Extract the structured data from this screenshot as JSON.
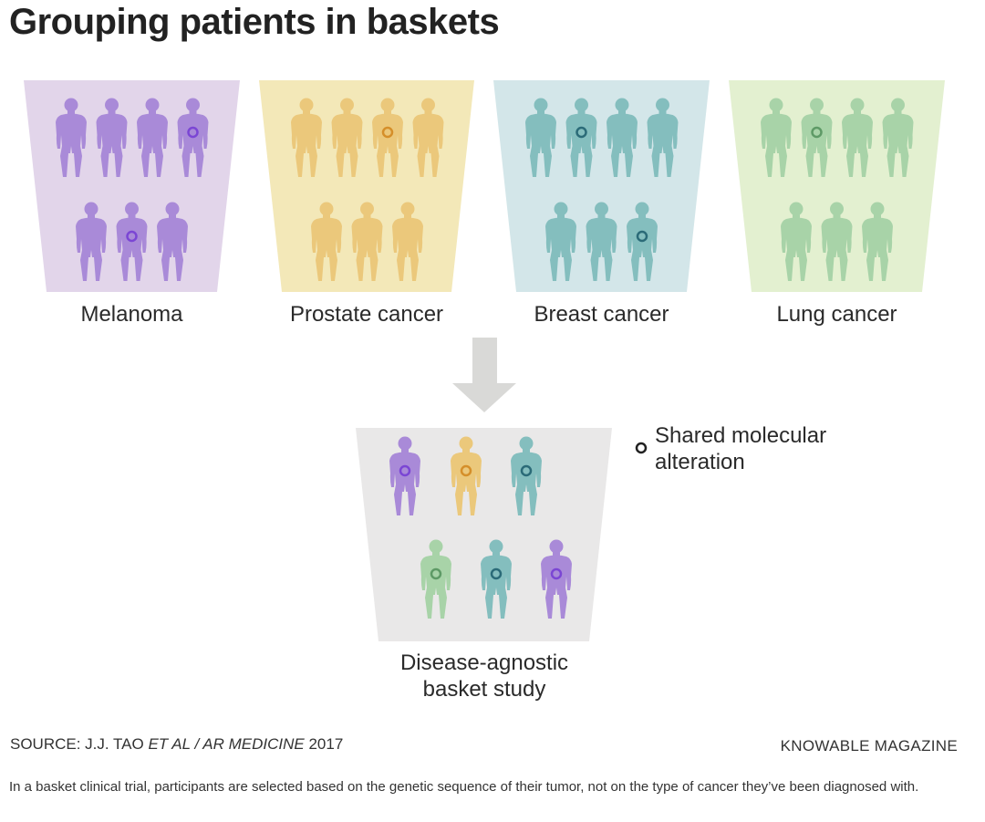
{
  "title": "Grouping patients in baskets",
  "colors": {
    "melanoma_figure": "#a98ad8",
    "melanoma_basket": "#e2d5ea",
    "prostate_figure": "#ebc87b",
    "prostate_basket": "#f3e8b8",
    "breast_figure": "#84bebe",
    "breast_basket": "#d3e6e9",
    "lung_figure": "#a8d3a8",
    "lung_basket": "#e3f0d0",
    "study_basket": "#e9e8e8",
    "arrow": "#d9d9d7"
  },
  "baskets": [
    {
      "label": "Melanoma",
      "figure_icon": "person-silhouette-icon",
      "marked_top": [
        3
      ],
      "marked_bottom": [
        1
      ]
    },
    {
      "label": "Prostate cancer",
      "figure_icon": "person-silhouette-icon",
      "marked_top": [
        2
      ],
      "marked_bottom": []
    },
    {
      "label": "Breast cancer",
      "figure_icon": "person-silhouette-icon",
      "marked_top": [
        1
      ],
      "marked_bottom": [
        2
      ]
    },
    {
      "label": "Lung cancer",
      "figure_icon": "person-silhouette-icon",
      "marked_top": [
        1
      ],
      "marked_bottom": []
    }
  ],
  "study": {
    "label_line1": "Disease-agnostic",
    "label_line2": "basket study"
  },
  "legend": {
    "icon": "ring-marker-icon",
    "line1": "Shared molecular",
    "line2": "alteration"
  },
  "source": {
    "prefix": "SOURCE: J.J. TAO ",
    "italic": "ET AL / AR MEDICINE",
    "suffix": " 2017"
  },
  "brand": "KNOWABLE MAGAZINE",
  "caption": "In a basket clinical trial, participants are selected based on the genetic sequence of their tumor, not on the type of cancer they’ve been diagnosed with."
}
